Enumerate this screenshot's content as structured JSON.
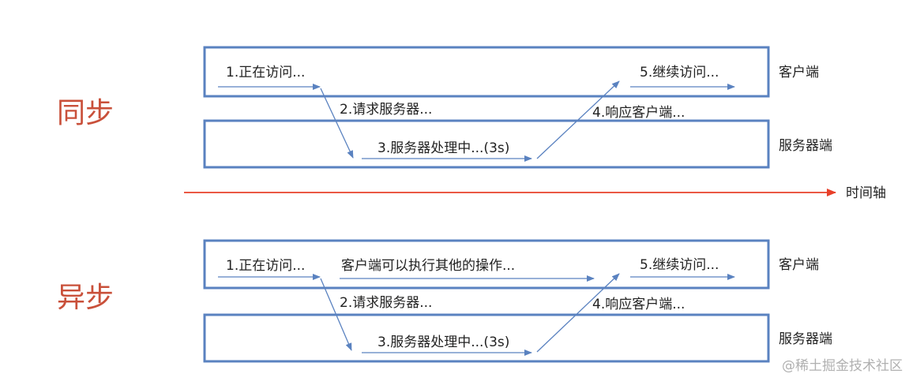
{
  "colors": {
    "box_border": "#5a82c0",
    "arrow": "#5a82c0",
    "timeline": "#e8402a",
    "section_title": "#c9503a",
    "text": "#222222",
    "watermark": "#b0b0b0"
  },
  "sync": {
    "title": "同步",
    "client_label": "客户端",
    "server_label": "服务器端",
    "steps": {
      "accessing": "1.正在访问...",
      "request_server": "2.请求服务器...",
      "server_processing": "3.服务器处理中...(3s)",
      "respond_client": "4.响应客户端...",
      "continue_access": "5.继续访问..."
    }
  },
  "timeline": {
    "label": "时间轴"
  },
  "async": {
    "title": "异步",
    "client_label": "客户端",
    "server_label": "服务器端",
    "client_other_ops": "客户端可以执行其他的操作...",
    "steps": {
      "accessing": "1.正在访问...",
      "request_server": "2.请求服务器...",
      "server_processing": "3.服务器处理中...(3s)",
      "respond_client": "4.响应客户端...",
      "continue_access": "5.继续访问..."
    }
  },
  "watermark": "@稀土掘金技术社区"
}
